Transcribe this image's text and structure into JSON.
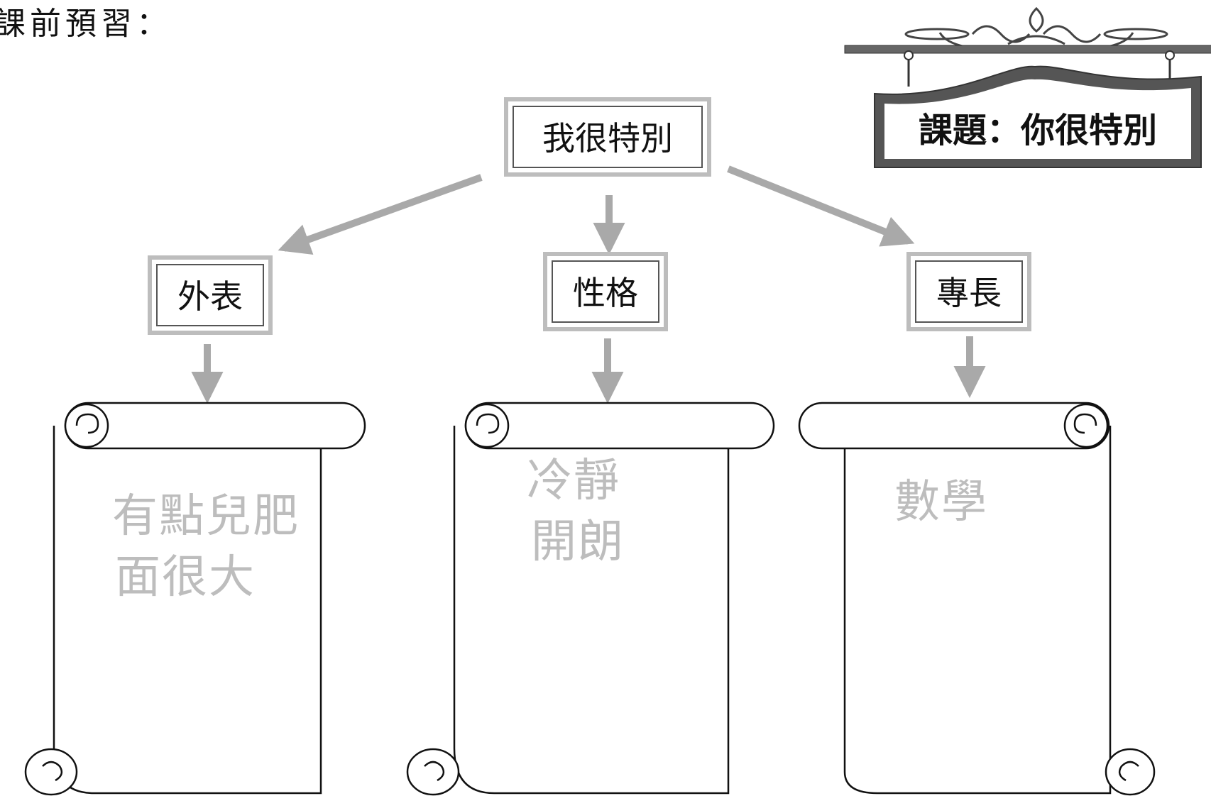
{
  "heading": "課前預習：",
  "sign": {
    "topic_label": "課題：你很特別"
  },
  "center_box": {
    "label": "我很特別"
  },
  "categories": [
    {
      "label": "外表",
      "answers": [
        "有點兒肥",
        "面很大"
      ]
    },
    {
      "label": "性格",
      "answers": [
        "冷靜",
        "開朗"
      ]
    },
    {
      "label": "專長",
      "answers": [
        "數學"
      ]
    }
  ],
  "colors": {
    "ink": "#111111",
    "arrow": "#a9a9a9",
    "frame": "#bdbdbd",
    "sign_board": "#555555",
    "handwriting": "#bdbdbd"
  }
}
